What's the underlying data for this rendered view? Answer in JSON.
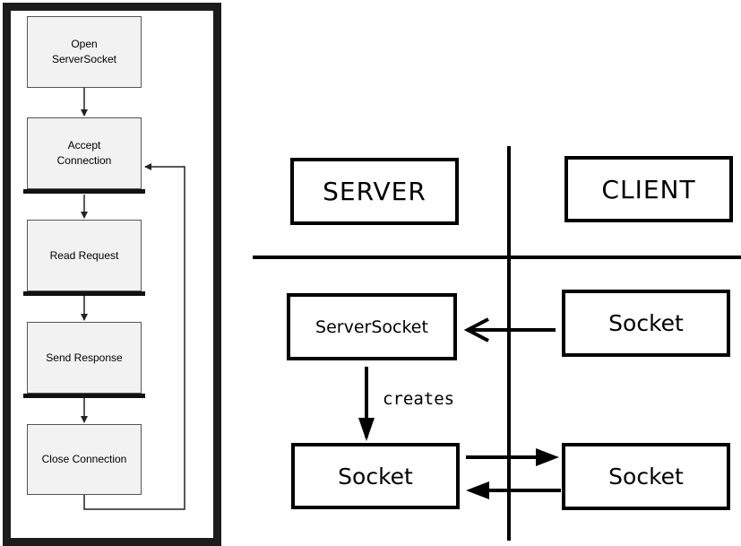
{
  "flowchart": {
    "steps": [
      {
        "label": "Open\nServerSocket"
      },
      {
        "label": "Accept\nConnection"
      },
      {
        "label": "Read Request"
      },
      {
        "label": "Send Response"
      },
      {
        "label": "Close Connection"
      }
    ]
  },
  "socket_diagram": {
    "server_header": "SERVER",
    "client_header": "CLIENT",
    "server_socket_label": "ServerSocket",
    "client_socket_label": "Socket",
    "server_socket2_label": "Socket",
    "client_socket2_label": "Socket",
    "creates_label": "creates"
  }
}
